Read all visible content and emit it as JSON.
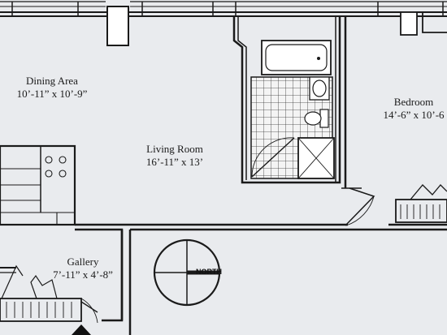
{
  "rooms": {
    "dining": {
      "name": "Dining Area",
      "dims": "10’-11” x 10’-9”"
    },
    "living": {
      "name": "Living Room",
      "dims": "16’-11” x 13’"
    },
    "bedroom": {
      "name": "Bedroom",
      "dims": "14’-6” x 10’-6"
    },
    "gallery": {
      "name": "Gallery",
      "dims": "7’-11” x 4’-8”"
    }
  },
  "compass": {
    "label": "NORTH"
  },
  "colors": {
    "background": "#e9ebee",
    "wall": "#1a1a1a",
    "ink": "#222222"
  }
}
